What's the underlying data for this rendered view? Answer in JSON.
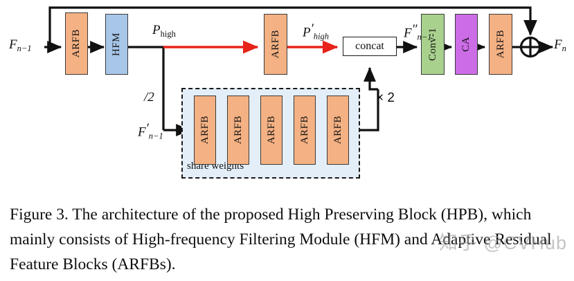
{
  "figure": {
    "caption": "Figure 3. The architecture of the proposed High Preserving Block (HPB), which mainly consists of High-frequency Filtering Module (HFM) and Adaptive Residual Feature Blocks (ARFBs).",
    "watermark": "知乎 @CVHub"
  },
  "colors": {
    "arfb": "#f4b183",
    "hfm": "#a7c6e8",
    "conv1": "#a9d18e",
    "ca": "#cc6ce7",
    "shared_panel_bg": "#e3eef8",
    "highlight_path": "#e8231a",
    "stroke": "#1a1a1a"
  },
  "diagram": {
    "type": "block-diagram",
    "blocks": {
      "main_arfb_1": "ARFB",
      "hfm": "HFM",
      "main_arfb_2": "ARFB",
      "concat": "concat",
      "conv1": "Conv-1",
      "ca": "CA",
      "main_arfb_3": "ARFB",
      "shared_arfb_1": "ARFB",
      "shared_arfb_2": "ARFB",
      "shared_arfb_3": "ARFB",
      "shared_arfb_4": "ARFB",
      "shared_arfb_5": "ARFB"
    },
    "labels": {
      "input_F": "F",
      "input_F_sub": "n−1",
      "p_high_P": "P",
      "p_high_sub": "high",
      "p_high_prime_P": "P",
      "p_high_prime_mark": "′",
      "p_high_prime_sub": "high",
      "f_dprime_F": "F",
      "f_dprime_mark": "″",
      "f_dprime_sub": "n−1",
      "output_F": "F",
      "output_F_sub": "n",
      "downsample": "/2",
      "f_prime_F": "F",
      "f_prime_mark": "′",
      "f_prime_sub": "n−1",
      "repeat": "× 2",
      "share_weights": "share weights",
      "sum_operator": "⊕"
    }
  }
}
